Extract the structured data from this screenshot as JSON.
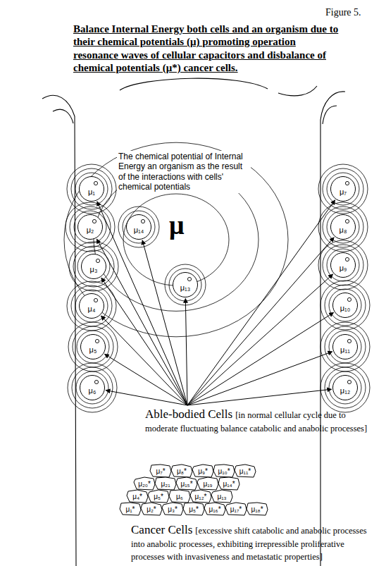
{
  "diagram": {
    "title": "Balance Internal Energy both cells and an organism due to their chemical potentials (μ) promoting operation resonance waves of cellular capacitors and disbalance of chemical potentials (μ*) cancer cells.",
    "nodes": [
      {
        "text": [
          "μ₁"
        ]
      },
      {
        "text": [
          "μ₂"
        ]
      },
      {
        "text": [
          "μ₃"
        ]
      },
      {
        "text": [
          "μ₄"
        ]
      },
      {
        "text": [
          "μ₅"
        ]
      },
      {
        "text": [
          "μ₆"
        ]
      },
      {
        "text": [
          "μ₇"
        ]
      },
      {
        "text": [
          "μ₈"
        ]
      },
      {
        "text": [
          "μ₉"
        ]
      },
      {
        "text": [
          "μ₁₀"
        ]
      },
      {
        "text": [
          "μ₁₁"
        ]
      },
      {
        "text": [
          "μ₁₂"
        ]
      },
      {
        "text": [
          "μ₁₄"
        ]
      },
      {
        "text": [
          "μ₁₃"
        ]
      },
      {
        "text": [
          "Able-bodied Cells",
          "[in normal cellular cycle due to moderate fluctuating balance catabolic and anabolic processes]"
        ]
      },
      {
        "text": [
          "μ₇*"
        ]
      },
      {
        "text": [
          "μ₈*"
        ]
      },
      {
        "text": [
          "μ₉*"
        ]
      },
      {
        "text": [
          "μ₁₀*"
        ]
      },
      {
        "text": [
          "μ₁₁*"
        ]
      },
      {
        "text": [
          "μ₂₀*"
        ]
      },
      {
        "text": [
          "μ₂₁"
        ]
      },
      {
        "text": [
          "μ₁₅*"
        ]
      },
      {
        "text": [
          "μ₁₉"
        ]
      },
      {
        "text": [
          "μ₁₄*"
        ]
      },
      {
        "text": [
          "μ₄*"
        ]
      },
      {
        "text": [
          "μ₅*"
        ]
      },
      {
        "text": [
          "μ₆"
        ]
      },
      {
        "text": [
          "μ₁₂*"
        ]
      },
      {
        "text": [
          "μ₁₃"
        ]
      },
      {
        "text": [
          "μ₁*"
        ]
      },
      {
        "text": [
          "μ₂*"
        ]
      },
      {
        "text": [
          "μ₃*"
        ]
      },
      {
        "text": [
          "μ₅*"
        ]
      },
      {
        "text": [
          "μ₁₆*"
        ]
      },
      {
        "text": [
          "μ₁₇*"
        ]
      },
      {
        "text": [
          "μ₁₈*"
        ]
      }
    ],
    "edges": [
      {
        "from": 14,
        "to": 0,
        "arrow": "to"
      },
      {
        "from": 14,
        "to": 1,
        "arrow": "to"
      },
      {
        "from": 14,
        "to": 2,
        "arrow": "to"
      },
      {
        "from": 14,
        "to": 3,
        "arrow": "to"
      },
      {
        "from": 14,
        "to": 4,
        "arrow": "to"
      },
      {
        "from": 14,
        "to": 5,
        "arrow": "to"
      },
      {
        "from": 14,
        "to": 6,
        "arrow": "to"
      },
      {
        "from": 14,
        "to": 7,
        "arrow": "to"
      },
      {
        "from": 14,
        "to": 8,
        "arrow": "to"
      },
      {
        "from": 14,
        "to": 9,
        "arrow": "to"
      },
      {
        "from": 14,
        "to": 10,
        "arrow": "to"
      },
      {
        "from": 14,
        "to": 11,
        "arrow": "to"
      },
      {
        "from": 14,
        "to": 12,
        "arrow": "to"
      },
      {
        "from": 14,
        "to": 13,
        "arrow": "to"
      }
    ],
    "labels": [
      "Figure 5.",
      "The chemical potential of Internal Energy an organism as the result of the interactions with cells' chemical potentials",
      "μ",
      "Cancer Cells",
      "[excessive shift catabolic and anabolic processes into anabolic processes, exhibiting irrepressible proliferative processes with invasiveness and metastatic properties]"
    ]
  }
}
